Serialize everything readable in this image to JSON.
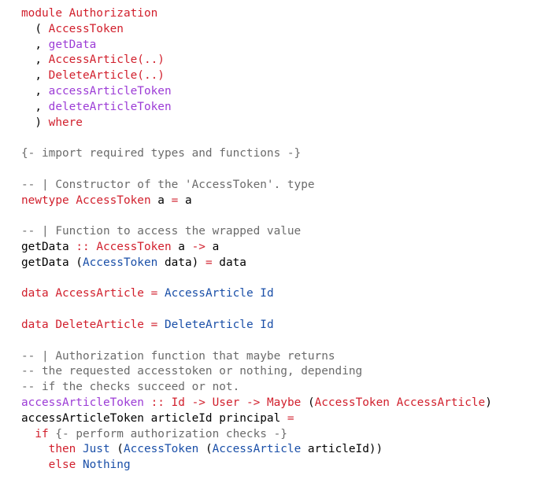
{
  "colors": {
    "keyword": "#d11f2c",
    "constructor": "#1a4fa8",
    "function": "#9c3cd6",
    "comment": "#6b6b6b",
    "plain": "#000000",
    "background": "#ffffff"
  },
  "code": {
    "lines": [
      [
        [
          "kw",
          "module"
        ],
        [
          "id",
          " "
        ],
        [
          "type",
          "Authorization"
        ]
      ],
      [
        [
          "id",
          "  ( "
        ],
        [
          "type",
          "AccessToken"
        ]
      ],
      [
        [
          "id",
          "  , "
        ],
        [
          "fn",
          "getData"
        ]
      ],
      [
        [
          "id",
          "  , "
        ],
        [
          "type",
          "AccessArticle(..)"
        ]
      ],
      [
        [
          "id",
          "  , "
        ],
        [
          "type",
          "DeleteArticle(..)"
        ]
      ],
      [
        [
          "id",
          "  , "
        ],
        [
          "fn",
          "accessArticleToken"
        ]
      ],
      [
        [
          "id",
          "  , "
        ],
        [
          "fn",
          "deleteArticleToken"
        ]
      ],
      [
        [
          "id",
          "  ) "
        ],
        [
          "kw",
          "where"
        ]
      ],
      [],
      [
        [
          "cm",
          "{- import required types and functions -}"
        ]
      ],
      [],
      [
        [
          "cm",
          "-- | Constructor of the 'AccessToken'. type"
        ]
      ],
      [
        [
          "kw",
          "newtype"
        ],
        [
          "id",
          " "
        ],
        [
          "type",
          "AccessToken"
        ],
        [
          "id",
          " a "
        ],
        [
          "op",
          "="
        ],
        [
          "id",
          " a"
        ]
      ],
      [],
      [
        [
          "cm",
          "-- | Function to access the wrapped value"
        ]
      ],
      [
        [
          "id",
          "getData "
        ],
        [
          "op",
          "::"
        ],
        [
          "id",
          " "
        ],
        [
          "sig",
          "AccessToken"
        ],
        [
          "id",
          " a "
        ],
        [
          "op",
          "->"
        ],
        [
          "id",
          " a"
        ]
      ],
      [
        [
          "id",
          "getData ("
        ],
        [
          "con",
          "AccessToken"
        ],
        [
          "id",
          " data) "
        ],
        [
          "op",
          "="
        ],
        [
          "id",
          " data"
        ]
      ],
      [],
      [
        [
          "kw",
          "data"
        ],
        [
          "id",
          " "
        ],
        [
          "type",
          "AccessArticle"
        ],
        [
          "id",
          " "
        ],
        [
          "op",
          "="
        ],
        [
          "id",
          " "
        ],
        [
          "con",
          "AccessArticle Id"
        ]
      ],
      [],
      [
        [
          "kw",
          "data"
        ],
        [
          "id",
          " "
        ],
        [
          "type",
          "DeleteArticle"
        ],
        [
          "id",
          " "
        ],
        [
          "op",
          "="
        ],
        [
          "id",
          " "
        ],
        [
          "con",
          "DeleteArticle Id"
        ]
      ],
      [],
      [
        [
          "cm",
          "-- | Authorization function that maybe returns"
        ]
      ],
      [
        [
          "cm",
          "-- the requested accesstoken or nothing, depending"
        ]
      ],
      [
        [
          "cm",
          "-- if the checks succeed or not."
        ]
      ],
      [
        [
          "fn",
          "accessArticleToken"
        ],
        [
          "id",
          " "
        ],
        [
          "op",
          "::"
        ],
        [
          "id",
          " "
        ],
        [
          "sig",
          "Id"
        ],
        [
          "id",
          " "
        ],
        [
          "op",
          "->"
        ],
        [
          "id",
          " "
        ],
        [
          "sig",
          "User"
        ],
        [
          "id",
          " "
        ],
        [
          "op",
          "->"
        ],
        [
          "id",
          " "
        ],
        [
          "sig",
          "Maybe"
        ],
        [
          "id",
          " ("
        ],
        [
          "sig",
          "AccessToken AccessArticle"
        ],
        [
          "id",
          ")"
        ]
      ],
      [
        [
          "id",
          "accessArticleToken articleId principal "
        ],
        [
          "op",
          "="
        ]
      ],
      [
        [
          "id",
          "  "
        ],
        [
          "kw",
          "if"
        ],
        [
          "id",
          " "
        ],
        [
          "cm",
          "{- perform authorization checks -}"
        ]
      ],
      [
        [
          "id",
          "    "
        ],
        [
          "kw",
          "then"
        ],
        [
          "id",
          " "
        ],
        [
          "con",
          "Just"
        ],
        [
          "id",
          " ("
        ],
        [
          "con",
          "AccessToken"
        ],
        [
          "id",
          " ("
        ],
        [
          "con",
          "AccessArticle"
        ],
        [
          "id",
          " articleId))"
        ]
      ],
      [
        [
          "id",
          "    "
        ],
        [
          "kw",
          "else"
        ],
        [
          "id",
          " "
        ],
        [
          "con",
          "Nothing"
        ]
      ]
    ]
  }
}
